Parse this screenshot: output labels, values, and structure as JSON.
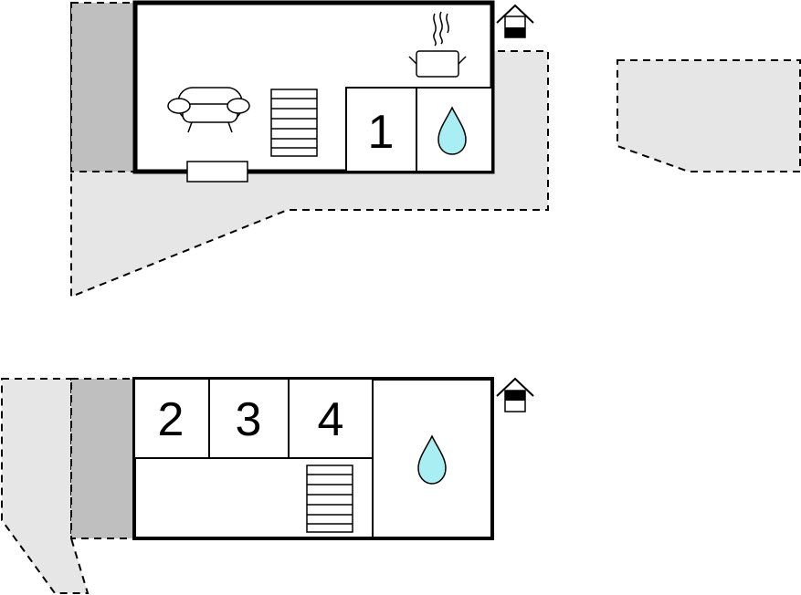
{
  "floors": [
    {
      "name": "upper-floor",
      "rooms": [
        {
          "label": "1"
        }
      ],
      "icons": [
        "sofa-icon",
        "stairs-icon",
        "cooking-pot-icon",
        "water-drop-icon",
        "window-icon",
        "floor-level-icon"
      ]
    },
    {
      "name": "lower-floor",
      "rooms": [
        {
          "label": "2"
        },
        {
          "label": "3"
        },
        {
          "label": "4"
        }
      ],
      "icons": [
        "stairs-icon",
        "water-drop-icon",
        "floor-level-icon"
      ]
    }
  ],
  "colors": {
    "terrace": "#e6e6e6",
    "carport": "#bfbfbf",
    "wall": "#000000",
    "water": "#a8eef2"
  }
}
